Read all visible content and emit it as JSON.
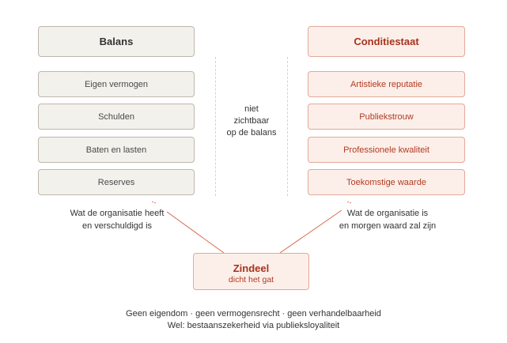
{
  "balans": {
    "title": "Balans",
    "items": [
      "Eigen vermogen",
      "Schulden",
      "Baten en lasten",
      "Reserves"
    ]
  },
  "conditiestaat": {
    "title": "Conditiestaat",
    "items": [
      "Artistieke reputatie",
      "Publiekstrouw",
      "Professionele kwaliteit",
      "Toekomstige waarde"
    ]
  },
  "middle_note": [
    "niet",
    "zichtbaar",
    "op de balans"
  ],
  "left_caption": [
    "Wat de organisatie heeft",
    "en verschuldigd is"
  ],
  "right_caption": [
    "Wat de organisatie is",
    "en morgen waard zal zijn"
  ],
  "zindeel": {
    "title": "Zindeel",
    "subtitle": "dicht het gat"
  },
  "footer": [
    "Geen eigendom · geen vermogensrecht · geen verhandelbaarheid",
    "Wel: bestaanszekerheid via publieksloyaliteit"
  ],
  "colors": {
    "accent": "#a8321c",
    "accent_fill": "#fcefe9",
    "neutral_fill": "#f3f1ec",
    "line": "#d9664a"
  }
}
